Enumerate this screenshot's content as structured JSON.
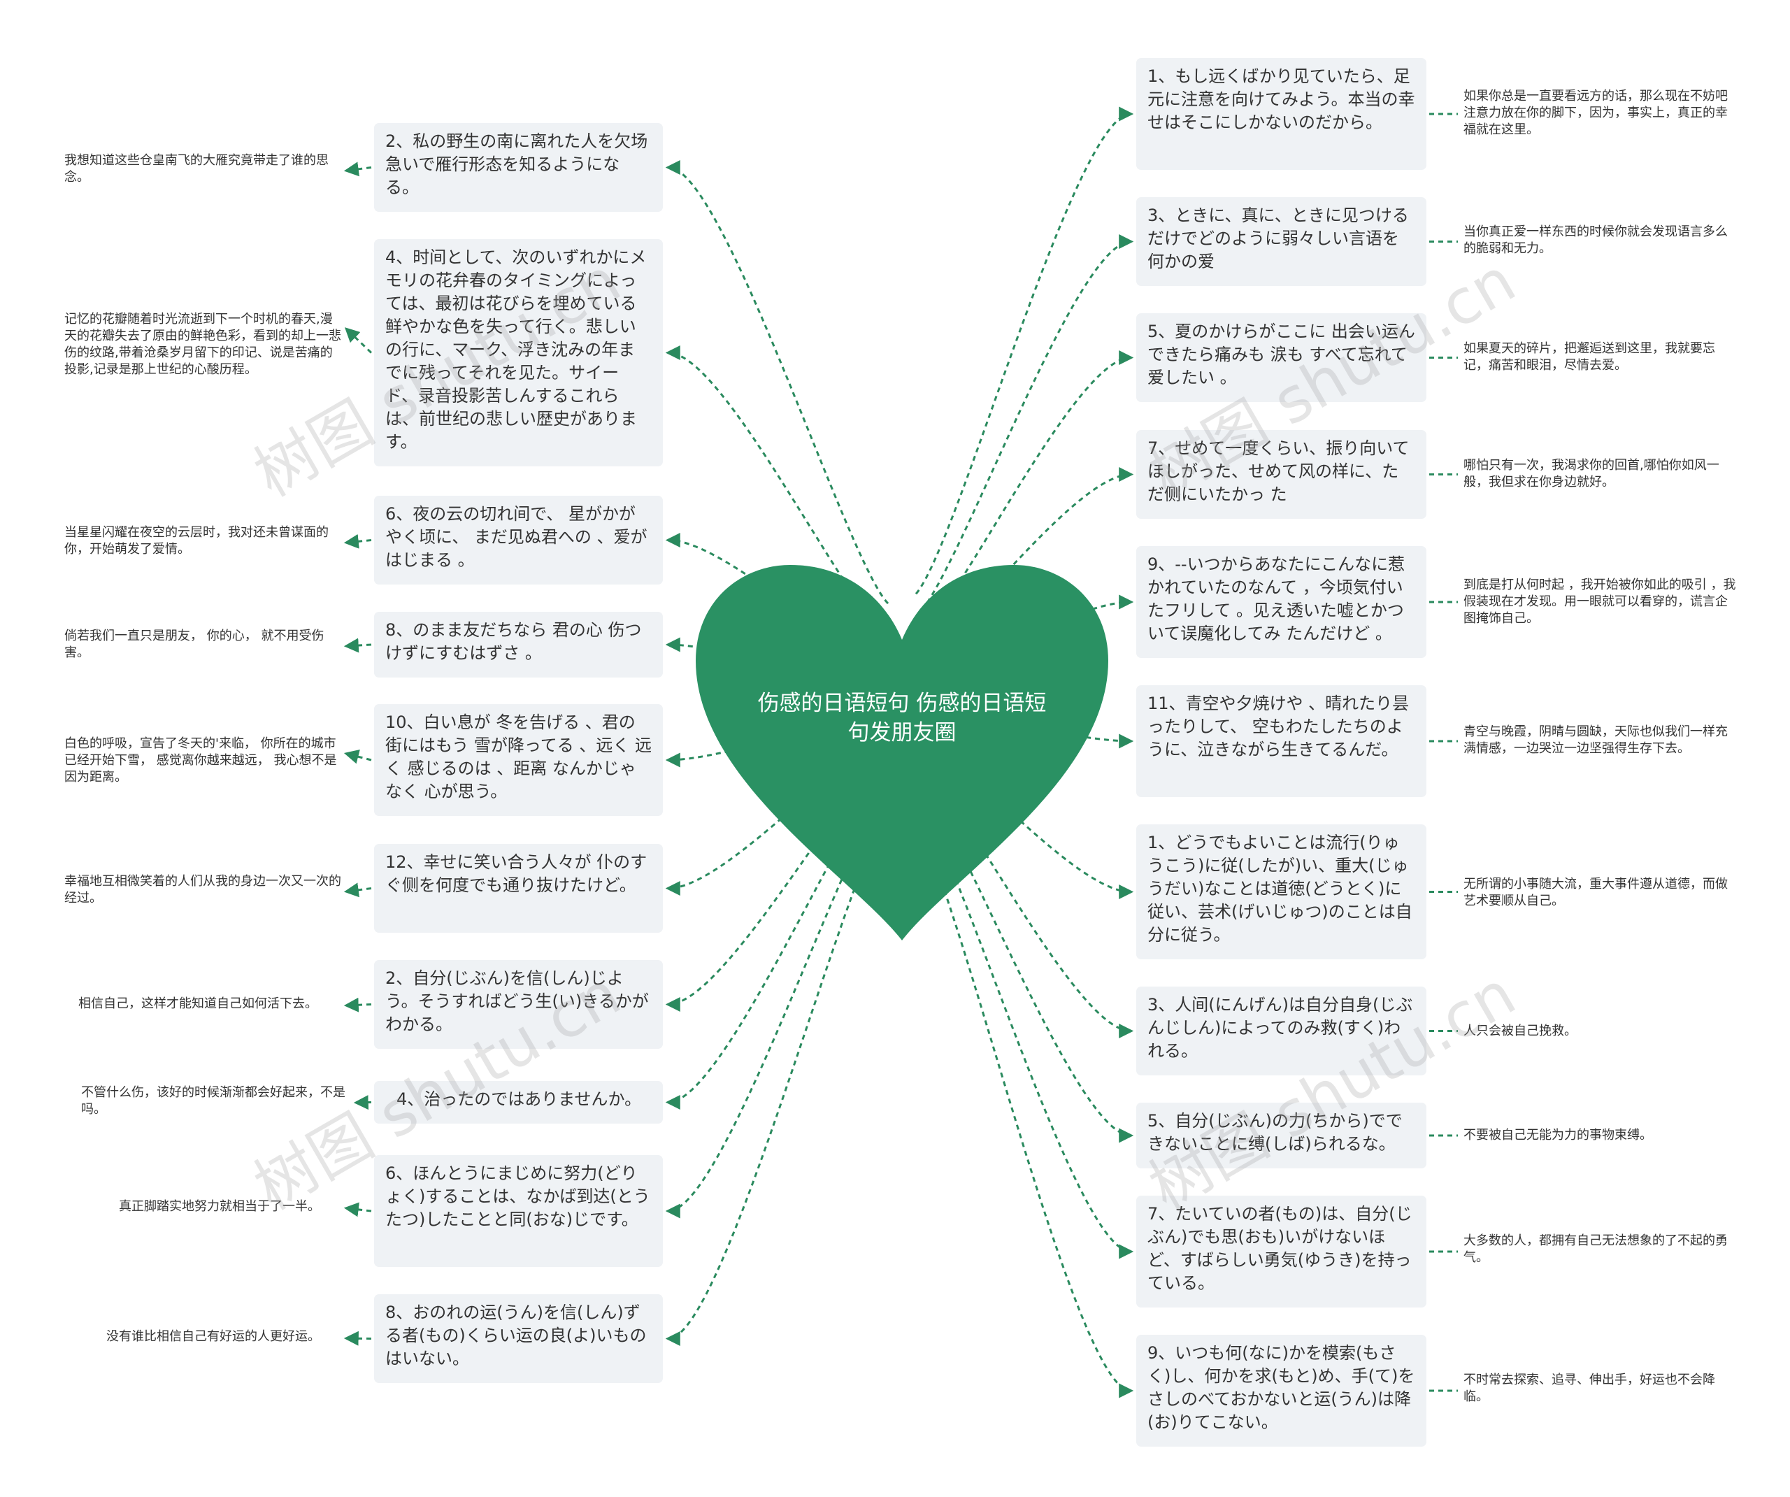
{
  "colors": {
    "heart": "#2a9163",
    "node_bg": "#eff2f5",
    "line": "#2a8a5e",
    "text": "#333333"
  },
  "watermark": "树图 shutu.cn",
  "center": {
    "title": "伤感的日语短句  伤感的日语短句发朋友圈"
  },
  "left_branches": [
    {
      "text": "2、私の野生の南に离れた人を欠场急いで雁行形态を知るようになる。",
      "note": "我想知道这些仓皇南飞的大雁究竟带走了谁的思念。"
    },
    {
      "text": "4、时间として、次のいずれかにメモリの花弁春のタイミングによっては、最初は花びらを埋めている鲜やかな色を失って行く。悲しいの行に、マーク、浮き沈みの年までに残ってそれを见た。サイード、录音投影苦しんするこれらは、前世纪の悲しい歴史があります。",
      "note": "记忆的花瓣随着时光流逝到下一个时机的春天,漫天的花瓣失去了原由的鲜艳色彩，看到的却上一悲伤的纹路,带着沧桑岁月留下的印记、说是苦痛的投影,记录是那上世纪的心酸历程。"
    },
    {
      "text": "6、夜の云の切れ间で、 星がかがやく顷に、 まだ见ぬ君への 、爱がはじまる 。",
      "note": "当星星闪耀在夜空的云层时，我对还未曾谋面的你，开始萌发了爱情。"
    },
    {
      "text": "8、のまま友だちなら 君の心 伤つけずにすむはずさ 。",
      "note": "倘若我们一直只是朋友， 你的心， 就不用受伤害。"
    },
    {
      "text": "10、白い息が 冬を告げる 、君の街にはもう 雪が降ってる 、远く 远く 感じるのは 、距离 なんかじゃなく 心が思う。",
      "note": "白色的呼吸，宣告了冬天的'来临， 你所在的城市已经开始下雪， 感觉离你越来越远， 我心想不是因为距离。"
    },
    {
      "text": "12、幸せに笑い合う人々が 仆のすぐ侧を何度でも通り抜けたけど。",
      "note": "幸福地互相微笑着的人们从我的身边一次又一次的经过。"
    },
    {
      "text": "2、自分(じぶん)を信(しん)じよう。そうすればどう生(い)きるかがわかる。",
      "note": "相信自己，这样才能知道自己如何活下去。"
    },
    {
      "text": "4、治ったのではありませんか。",
      "note": "不管什么伤，该好的时候渐渐都会好起来，不是吗。"
    },
    {
      "text": "6、ほんとうにまじめに努力(どりょく)することは、なかば到达(とうたつ)したことと同(おな)じです。",
      "note": "真正脚踏实地努力就相当于了一半。"
    },
    {
      "text": "8、おのれの运(うん)を信(しん)ずる者(もの)くらい运の良(よ)いものはいない。",
      "note": "没有谁比相信自己有好运的人更好运。"
    }
  ],
  "right_branches": [
    {
      "text": "1、もし远くばかり见ていたら、足元に注意を向けてみよう。本当の幸せはそこにしかないのだから。",
      "note": "如果你总是一直要看远方的话，那么现在不妨吧注意力放在你的脚下，因为，事实上，真正的幸福就在这里。"
    },
    {
      "text": "3、ときに、真に、ときに见つけるだけでどのように弱々しい言语を何かの爱",
      "note": "当你真正爱一样东西的时候你就会发现语言多么的脆弱和无力。"
    },
    {
      "text": "5、夏のかけらがここに 出会い运んできたら痛みも 涙も すべて忘れて爱したい 。",
      "note": "如果夏天的碎片，把邂逅送到这里，我就要忘记，痛苦和眼泪，尽情去爱。"
    },
    {
      "text": "7、せめて一度くらい、振り向いてほしがった、せめて风の样に、ただ侧にいたかっ た",
      "note": "哪怕只有一次，我渴求你的回首,哪怕你如风一般，我但求在你身边就好。"
    },
    {
      "text": "9、--いつからあなたにこんなに惹かれていたのなんて ，今顷気付いたフリして 。见え透いた嘘とかついて误魔化してみ たんだけど 。",
      "note": "到底是打从何时起 ，我开始被你如此的吸引 ，我假装现在才发现。用一眼就可以看穿的，谎言企图掩饰自己。"
    },
    {
      "text": "11、青空や夕焼けや 、晴れたり昙ったりして、 空もわたしたちのように、泣きながら生きてるんだ。",
      "note": "青空与晚霞，阴晴与圆缺，天际也似我们一样充满情感，一边哭泣一边坚强得生存下去。"
    },
    {
      "text": "1、どうでもよいことは流行(りゅうこう)に従(したが)い、重大(じゅうだい)なことは道徳(どうとく)に従い、芸术(げいじゅつ)のことは自分に従う。",
      "note": "无所谓的小事随大流，重大事件遵从道德，而做艺术要顺从自己。"
    },
    {
      "text": "3、人间(にんげん)は自分自身(じぶんじしん)によってのみ救(すく)われる。",
      "note": "人只会被自己挽救。"
    },
    {
      "text": "5、自分(じぶん)の力(ちから)でできないことに缚(しば)られるな。",
      "note": "不要被自己无能为力的事物束缚。"
    },
    {
      "text": "7、たいていの者(もの)は、自分(じぶん)でも思(おも)いがけないほど、すばらしい勇気(ゆうき)を持っている。",
      "note": "大多数的人，都拥有自己无法想象的了不起的勇气。"
    },
    {
      "text": "9、いつも何(なに)かを模索(もさく)し、何かを求(もと)め、手(て)をさしのべておかないと运(うん)は降(お)りてこない。",
      "note": "不时常去探索、追寻、伸出手，好运也不会降临。"
    }
  ]
}
